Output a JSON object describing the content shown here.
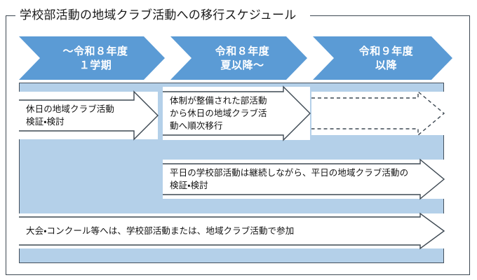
{
  "title": "学校部活動の地域クラブ活動への移行スケジュール",
  "colors": {
    "phase_fill": "#5b9bd5",
    "panel_fill": "#b4d0e9",
    "outline": "#3d4852",
    "arrow_fill": "#ffffff",
    "phase_text": "#ffffff",
    "body_text": "#111111"
  },
  "phases": [
    {
      "id": "phase-1",
      "line1": "～令和８年度",
      "line2": "１学期"
    },
    {
      "id": "phase-2",
      "line1": "令和８年度",
      "line2": "夏以降～"
    },
    {
      "id": "phase-3",
      "line1": "令和９年度",
      "line2": "以降"
    }
  ],
  "rows": [
    {
      "id": "row-1",
      "items": [
        {
          "id": "arrow-r1c1",
          "phase": 1,
          "border": "solid",
          "text": "休日の地域クラブ活動\n検証・検討"
        },
        {
          "id": "arrow-r1c2",
          "phase": 2,
          "border": "solid",
          "text": "体制が整備された部活動\nから休日の地域クラブ活\n動へ順次移行"
        },
        {
          "id": "arrow-r1c3",
          "phase": 3,
          "border": "dashed",
          "text": ""
        }
      ]
    },
    {
      "id": "row-2",
      "items": [
        {
          "id": "arrow-r2",
          "phase": 2,
          "border": "solid",
          "text": "平日の学校部活動は継続しながら、平日の地域クラブ活動の\n検証・検討"
        }
      ]
    },
    {
      "id": "row-3",
      "items": [
        {
          "id": "arrow-r3",
          "phase": 1,
          "border": "solid",
          "text": "大会・コンクール等へは、学校部活動または、地域クラブ活動で参加"
        }
      ]
    }
  ]
}
